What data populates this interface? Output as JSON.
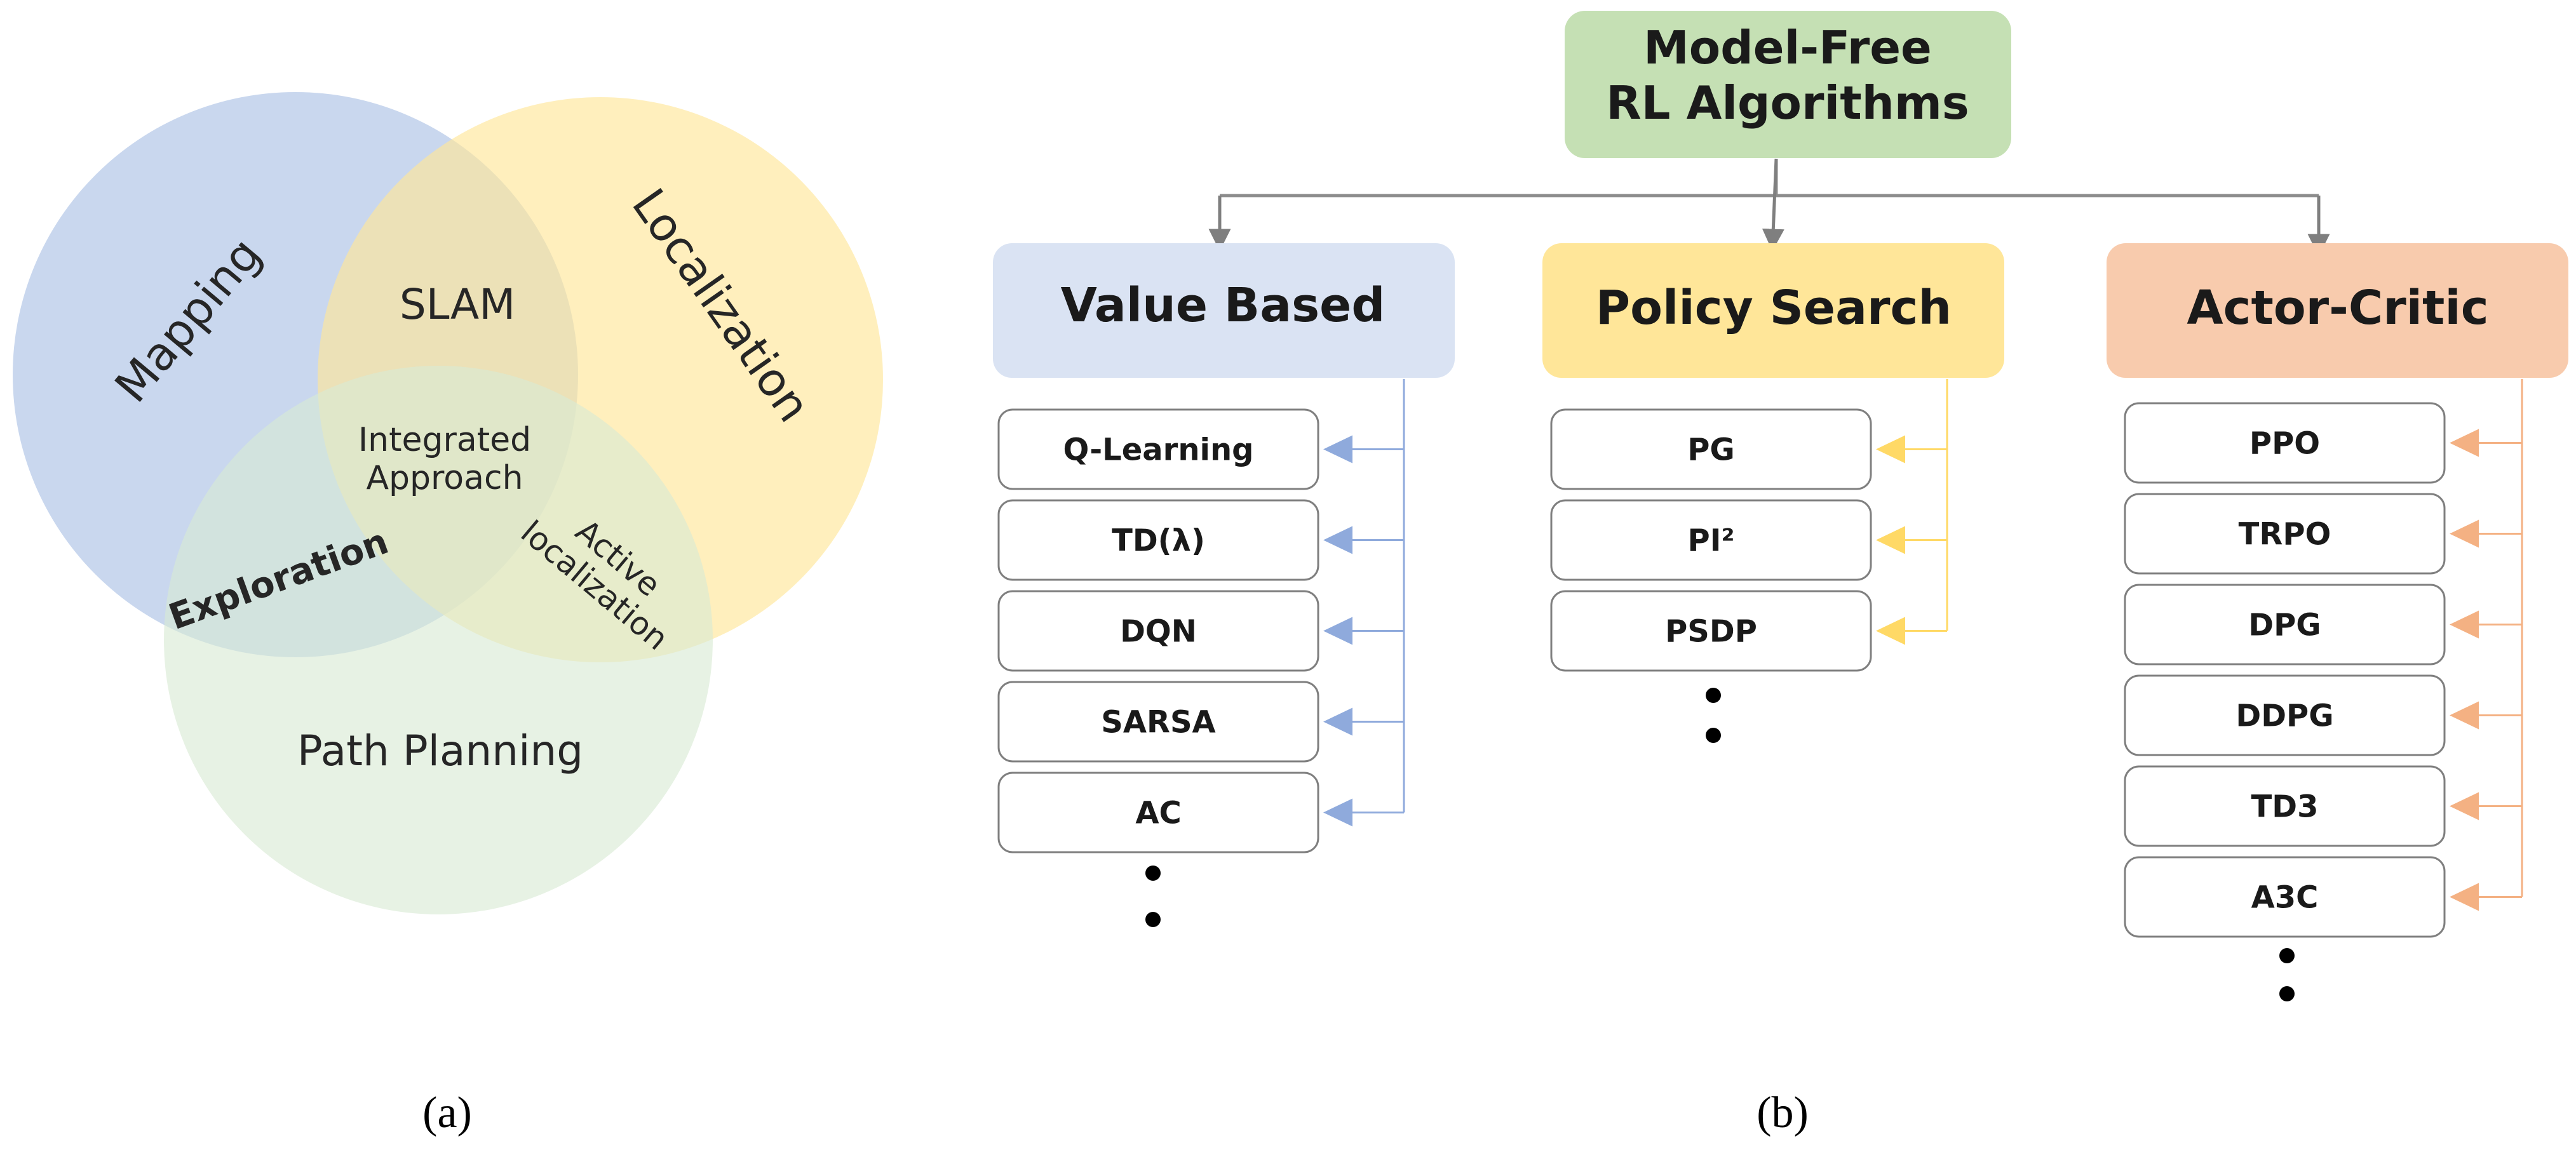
{
  "venn": {
    "mapping": "Mapping",
    "localization": "Localization",
    "slam": "SLAM",
    "integrated_line1": "Integrated",
    "integrated_line2": "Approach",
    "exploration": "Exploration",
    "active_line1": "Active",
    "active_line2": "localization",
    "path_planning": "Path Planning",
    "colors": {
      "mapping": "#b4c7e7",
      "localization": "#ffe699",
      "path_planning": "#d9ead3"
    }
  },
  "root": {
    "line1": "Model-Free",
    "line2": "RL Algorithms",
    "color": "#c5e0b4"
  },
  "columns": [
    {
      "title": "Value Based",
      "color": "#dae3f3",
      "arrow_color": "#8faadc",
      "items": [
        "Q-Learning",
        "TD(λ)",
        "DQN",
        "SARSA",
        "AC"
      ]
    },
    {
      "title": "Policy Search",
      "color": "#ffe699",
      "arrow_color": "#ffd966",
      "items": [
        "PG",
        "PI²",
        "PSDP"
      ]
    },
    {
      "title": "Actor-Critic",
      "color": "#f8cbad",
      "arrow_color": "#f4b183",
      "items": [
        "PPO",
        "TRPO",
        "DPG",
        "DDPG",
        "TD3",
        "A3C"
      ]
    }
  ],
  "captions": {
    "a": "(a)",
    "b": "(b)"
  }
}
